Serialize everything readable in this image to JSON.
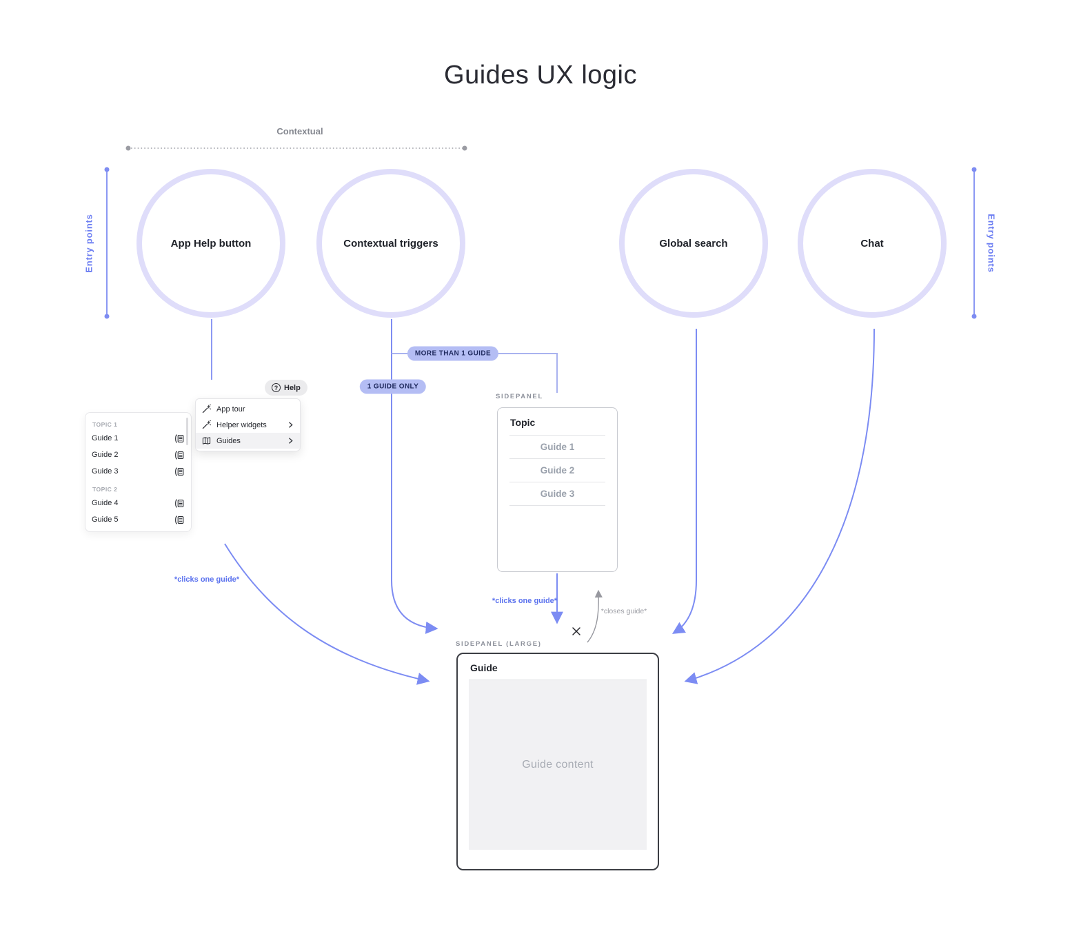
{
  "title": "Guides UX logic",
  "contextual_label": "Contextual",
  "entry_points": {
    "left": "Entry points",
    "right": "Entry points"
  },
  "nodes": [
    {
      "label": "App Help button"
    },
    {
      "label": "Contextual triggers"
    },
    {
      "label": "Global search"
    },
    {
      "label": "Chat"
    }
  ],
  "badges": {
    "more_than_one_guide": "MORE THAN 1 GUIDE",
    "one_guide_only": "1 GUIDE ONLY"
  },
  "help_button": {
    "label": "Help",
    "icon": "question-circle-icon"
  },
  "help_menu": {
    "items": [
      {
        "label": "App tour",
        "icon": "wand-icon",
        "has_submenu": false
      },
      {
        "label": "Helper widgets",
        "icon": "wand-icon",
        "has_submenu": true
      },
      {
        "label": "Guides",
        "icon": "map-icon",
        "has_submenu": true
      }
    ]
  },
  "topics_panel": {
    "sections": [
      {
        "title": "TOPIC 1",
        "items": [
          "Guide 1",
          "Guide 2",
          "Guide 3"
        ]
      },
      {
        "title": "TOPIC 2",
        "items": [
          "Guide 4",
          "Guide 5"
        ]
      }
    ],
    "row_icon": "sidepanel-icon"
  },
  "sidepanel": {
    "caption": "SIDEPANEL",
    "title": "Topic",
    "items": [
      "Guide 1",
      "Guide 2",
      "Guide 3"
    ]
  },
  "sidepanel_large": {
    "caption": "SIDEPANEL (LARGE)",
    "title": "Guide",
    "content_placeholder": "Guide content"
  },
  "annotations": {
    "clicks_one_guide_left": "*clicks one guide*",
    "clicks_one_guide_center": "*clicks one guide*",
    "closes_guide": "*closes guide*"
  },
  "colors": {
    "accent_blue": "#7c8cf3",
    "light_line_blue": "#a9b2ef",
    "circle_stroke": "#dfddfa",
    "badge_bg": "#b4bdf4",
    "badge_text": "#1f2a5e",
    "annotation_blue": "#5b72ee",
    "gray_label": "#8d919b",
    "gray_line": "#9b9ca3",
    "dark_border": "#3c3e44"
  }
}
